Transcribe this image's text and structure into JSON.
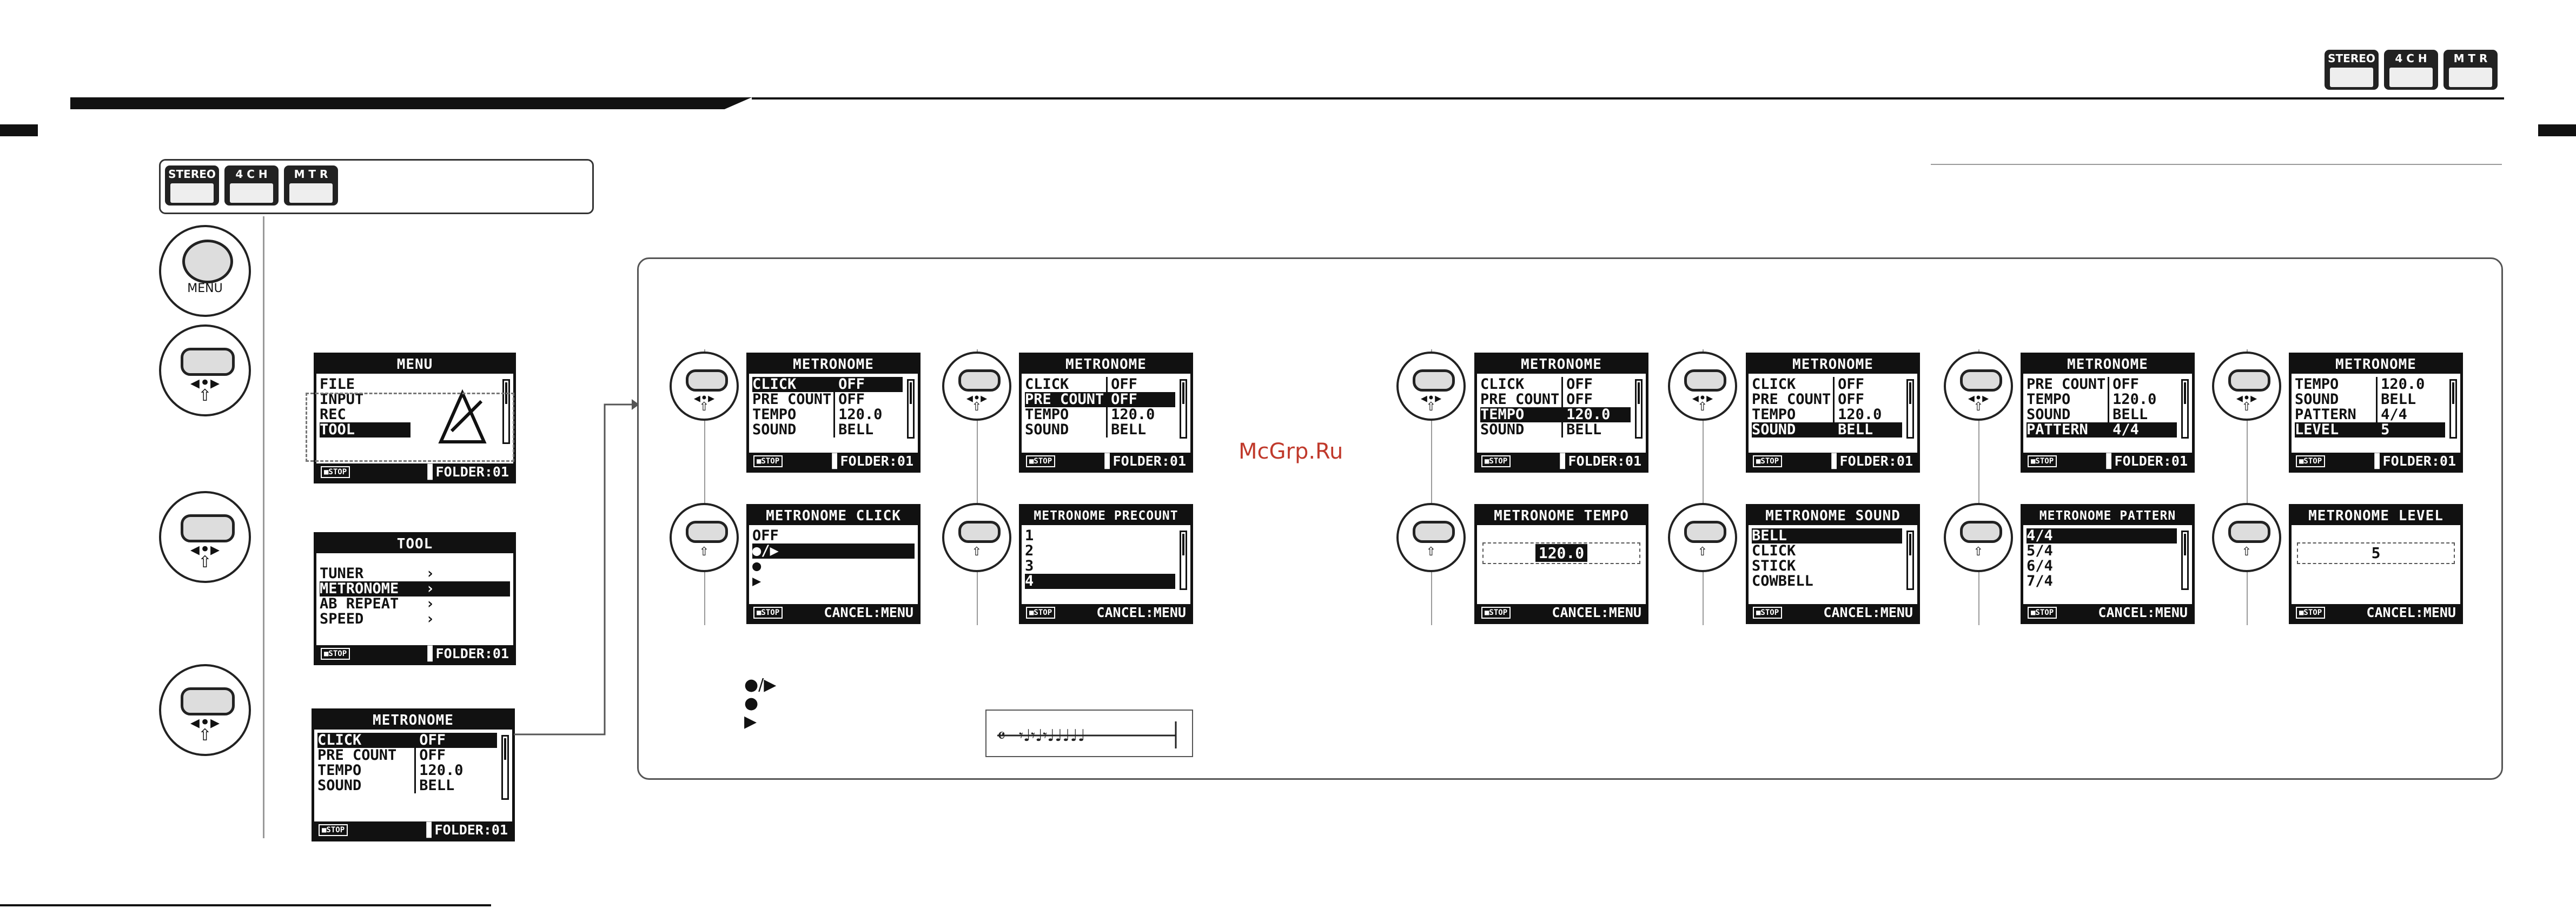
{
  "modes": [
    "STEREO",
    "4CH",
    "MTR"
  ],
  "mode_label_4ch": "4 C H",
  "mode_label_mtr": "M T R",
  "watermark": "McGrp.Ru",
  "menu_button_label": "MENU",
  "footer_stop": "■STOP",
  "footer_folder": "▋FOLDER:01",
  "footer_cancel": "CANCEL:MENU",
  "screens": {
    "menu": {
      "title": "MENU",
      "items": [
        "FILE",
        "INPUT",
        "REC",
        "TOOL"
      ]
    },
    "tool": {
      "title": "TOOL",
      "items": [
        "TUNER",
        "METRONOME",
        "AB REPEAT",
        "SPEED"
      ]
    },
    "metronome_main": {
      "title": "METRONOME",
      "rows": [
        [
          "CLICK",
          "OFF"
        ],
        [
          "PRE COUNT",
          "OFF"
        ],
        [
          "TEMPO",
          "120.0"
        ],
        [
          "SOUND",
          "BELL"
        ]
      ]
    },
    "met_click": {
      "title": "METRONOME",
      "rows": [
        [
          "CLICK",
          "OFF"
        ],
        [
          "PRE COUNT",
          "OFF"
        ],
        [
          "TEMPO",
          "120.0"
        ],
        [
          "SOUND",
          "BELL"
        ]
      ]
    },
    "met_precount": {
      "title": "METRONOME",
      "rows": [
        [
          "CLICK",
          "OFF"
        ],
        [
          "PRE COUNT",
          "OFF"
        ],
        [
          "TEMPO",
          "120.0"
        ],
        [
          "SOUND",
          "BELL"
        ]
      ]
    },
    "met_tempo": {
      "title": "METRONOME",
      "rows": [
        [
          "CLICK",
          "OFF"
        ],
        [
          "PRE COUNT",
          "OFF"
        ],
        [
          "TEMPO",
          "120.0"
        ],
        [
          "SOUND",
          "BELL"
        ]
      ]
    },
    "met_sound": {
      "title": "METRONOME",
      "rows": [
        [
          "CLICK",
          "OFF"
        ],
        [
          "PRE COUNT",
          "OFF"
        ],
        [
          "TEMPO",
          "120.0"
        ],
        [
          "SOUND",
          "BELL"
        ]
      ]
    },
    "met_pattern": {
      "title": "METRONOME",
      "rows": [
        [
          "PRE COUNT",
          "OFF"
        ],
        [
          "TEMPO",
          "120.0"
        ],
        [
          "SOUND",
          "BELL"
        ],
        [
          "PATTERN",
          "4/4"
        ]
      ]
    },
    "met_level": {
      "title": "METRONOME",
      "rows": [
        [
          "TEMPO",
          "120.0"
        ],
        [
          "SOUND",
          "BELL"
        ],
        [
          "PATTERN",
          "4/4"
        ],
        [
          "LEVEL",
          "5"
        ]
      ]
    },
    "click_sub": {
      "title": "METRONOME CLICK",
      "items": [
        "OFF",
        "●/▶",
        "●",
        "▶"
      ]
    },
    "precount_sub": {
      "title": "METRONOME PRECOUNT",
      "items": [
        "1",
        "2",
        "3",
        "4"
      ]
    },
    "tempo_sub": {
      "title": "METRONOME TEMPO",
      "value": "120.0"
    },
    "sound_sub": {
      "title": "METRONOME SOUND",
      "items": [
        "BELL",
        "CLICK",
        "STICK",
        "COWBELL"
      ]
    },
    "pattern_sub": {
      "title": "METRONOME PATTERN",
      "items": [
        "4/4",
        "5/4",
        "6/4",
        "7/4"
      ]
    },
    "level_sub": {
      "title": "METRONOME LEVEL",
      "value": "5"
    }
  },
  "legend_symbols": [
    "●/▶",
    "●",
    "▶"
  ]
}
